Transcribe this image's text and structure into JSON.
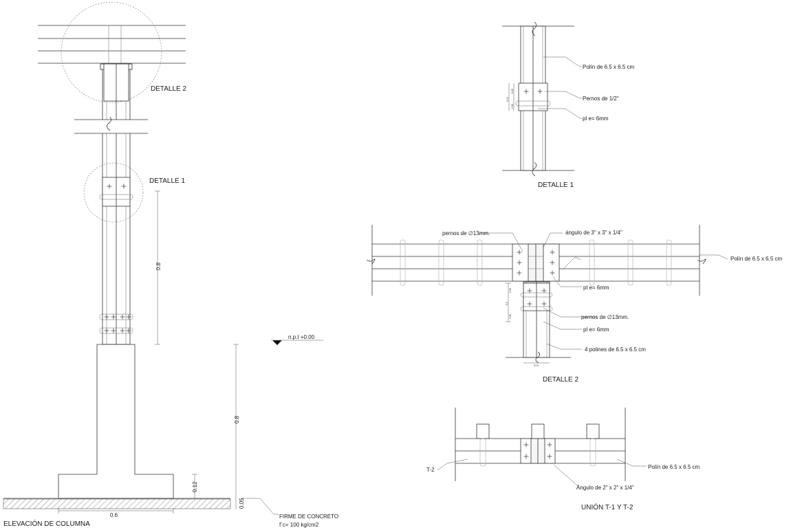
{
  "labels": {
    "elevacion_title": "ELEVACIÓN DE COLUMNA",
    "detalle2_ref": "DETALLE 2",
    "detalle1_ref": "DETALLE 1",
    "dim_08_upper": "0.8",
    "dim_08_lower": "0.8",
    "dim_012": "0.12",
    "dim_005": "0.05",
    "dim_06": "0.6",
    "npt": "n.p.t  +0.00",
    "firme_line1": "FIRME DE CONCRETO",
    "firme_line2": "f´c= 100 kg/cm2",
    "d1_polin": "Polín de 6.5 x 6.5 cm",
    "d1_pernos": "Pernos de 1/2\"",
    "d1_pl": "pl e= 6mm",
    "d1_title": "DETALLE 1",
    "d1_dim_a": "0.10",
    "d1_dim_b": "0.05",
    "d1_dim_c": "0.05",
    "d2_pernos_top": "pernos de ∅13mm.",
    "d2_angulo": "ángulo de 3\" x 3\" x 1/4\"",
    "d2_polin": "Polín de 6.5 x 6.5 cm",
    "d2_pl_top": "pl e= 6mm",
    "d2_pernos_bottom": "pernos de ∅13mm.",
    "d2_pl_bottom": "pl e= 6mm",
    "d2_polines": "4 polines de 6.5 x 6.5 cm",
    "d2_title": "DETALLE 2",
    "d2_dim_a": "0.05",
    "d2_dim_b": "0.2",
    "d2_dim_c": "0.05",
    "d2_dim_w": "0.13",
    "u_t2": "T-2",
    "u_polin": "Polín de 6.5 x 6.5 cm",
    "u_angulo": "Ángulo de 2\" x 2\" x 1/4\"",
    "u_title": "UNIÓN T-1 Y T-2"
  }
}
